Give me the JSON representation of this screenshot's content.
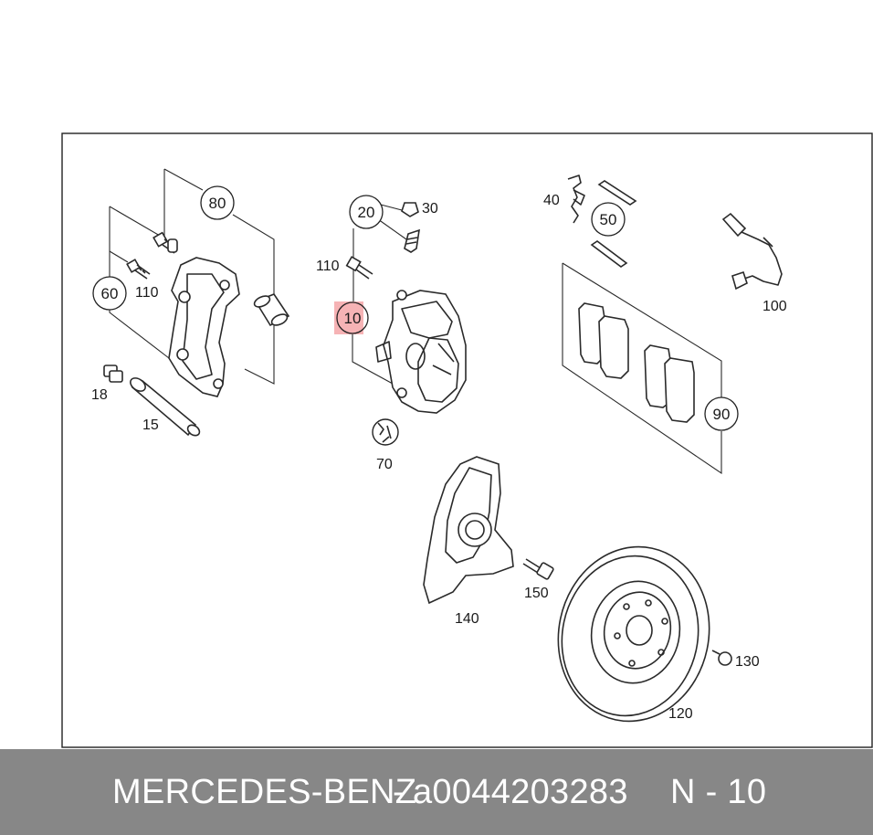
{
  "labels": {
    "p10": "10",
    "p15": "15",
    "p18": "18",
    "p20": "20",
    "p30": "30",
    "p40": "40",
    "p50": "50",
    "p60": "60",
    "p70": "70",
    "p80": "80",
    "p90": "90",
    "p100": "100",
    "p110a": "110",
    "p110b": "110",
    "p120": "120",
    "p130": "130",
    "p140": "140",
    "p150": "150"
  },
  "highlight_color": "#f4a6a8",
  "footer": {
    "brand": "MERCEDES-BENZ",
    "separator": "-",
    "part_number": "a0044203283",
    "position": "N - 10"
  }
}
